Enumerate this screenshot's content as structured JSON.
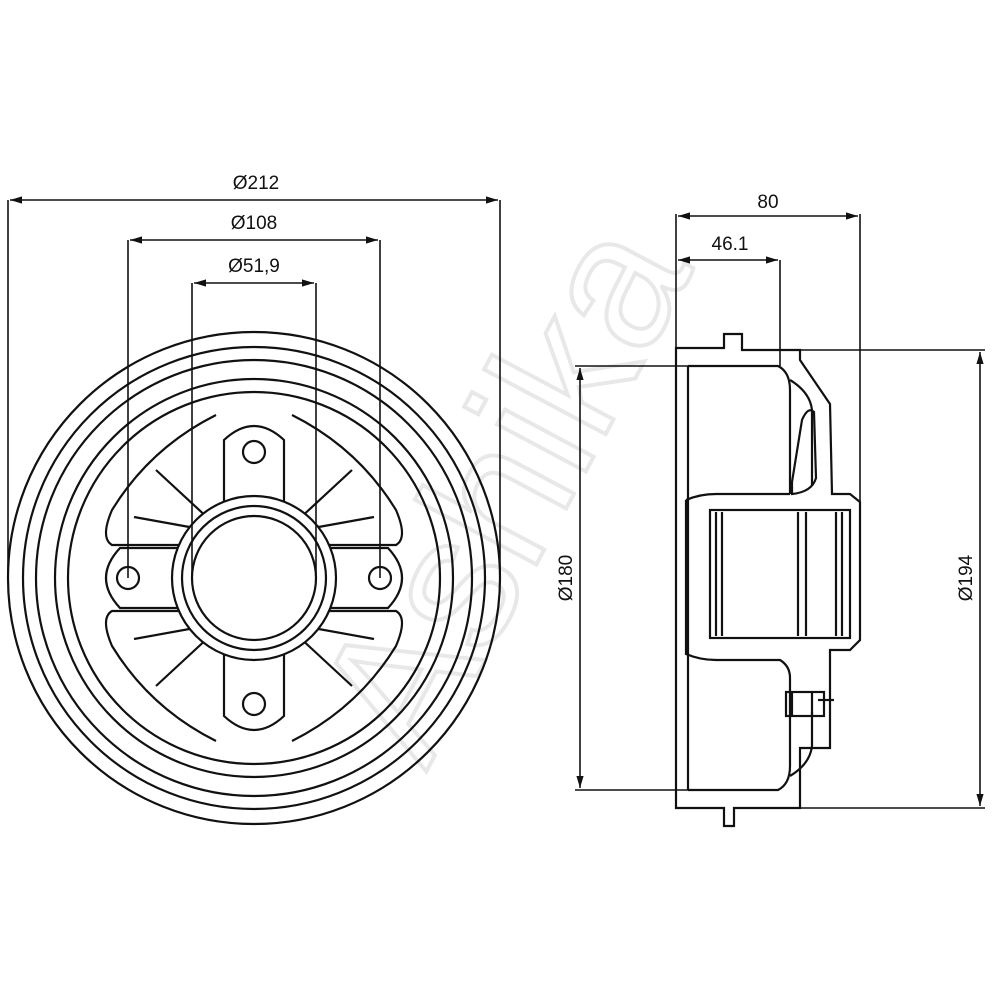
{
  "dimensions": {
    "outer_diameter": "Ø212",
    "bolt_circle": "Ø108",
    "centre_bore": "Ø51,9",
    "overall_height": "80",
    "offset": "46.1",
    "inner_drum_diameter": "Ø180",
    "outer_drum_diameter": "Ø194"
  },
  "watermark": "Ashika"
}
